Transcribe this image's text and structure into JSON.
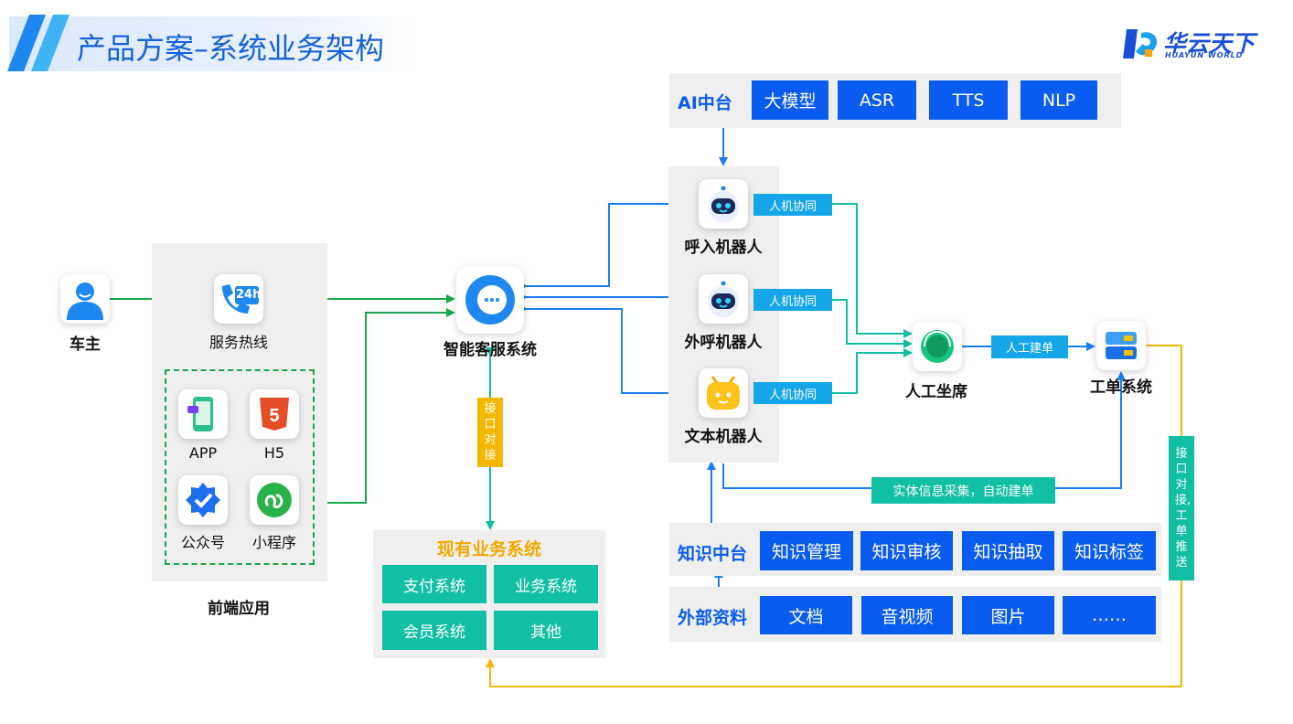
{
  "header": {
    "title": "产品方案–系统业务架构"
  },
  "logo": {
    "cn": "华云天下",
    "en": "HUAYUN WORLD"
  },
  "ai_platform": {
    "label": "AI中台",
    "items": [
      "大模型",
      "ASR",
      "TTS",
      "NLP"
    ]
  },
  "owner": {
    "label": "车主"
  },
  "frontend": {
    "label": "前端应用",
    "hotline": "服务热线",
    "apps": [
      "APP",
      "H5",
      "公众号",
      "小程序"
    ],
    "hotline_badge": "24h"
  },
  "smart_cs": {
    "label": "智能客服系统"
  },
  "interface_tag": "接口对接",
  "robots": [
    {
      "label": "呼入机器人",
      "tag": "人机协同"
    },
    {
      "label": "外呼机器人",
      "tag": "人机协同"
    },
    {
      "label": "文本机器人",
      "tag": "人机协同"
    }
  ],
  "agent": {
    "label": "人工坐席"
  },
  "manual_ticket_tag": "人工建单",
  "ticket_system": {
    "label": "工单系统"
  },
  "entity_tag": "实体信息采集，自动建单",
  "ticket_push_tag": "接口对接,工单推送",
  "knowledge": {
    "label": "知识中台",
    "items": [
      "知识管理",
      "知识审核",
      "知识抽取",
      "知识标签"
    ]
  },
  "external": {
    "label": "外部资料",
    "items": [
      "文档",
      "音视频",
      "图片",
      "……"
    ]
  },
  "existing": {
    "label": "现有业务系统",
    "items": [
      "支付系统",
      "业务系统",
      "会员系统",
      "其他"
    ]
  },
  "colors": {
    "blue": "#0a5cf0",
    "green_arrow": "#1aa64a",
    "blue_arrow": "#1a7ef0",
    "teal": "#11bfa3",
    "yellow": "#f5b800",
    "orange_title": "#f5a800"
  }
}
